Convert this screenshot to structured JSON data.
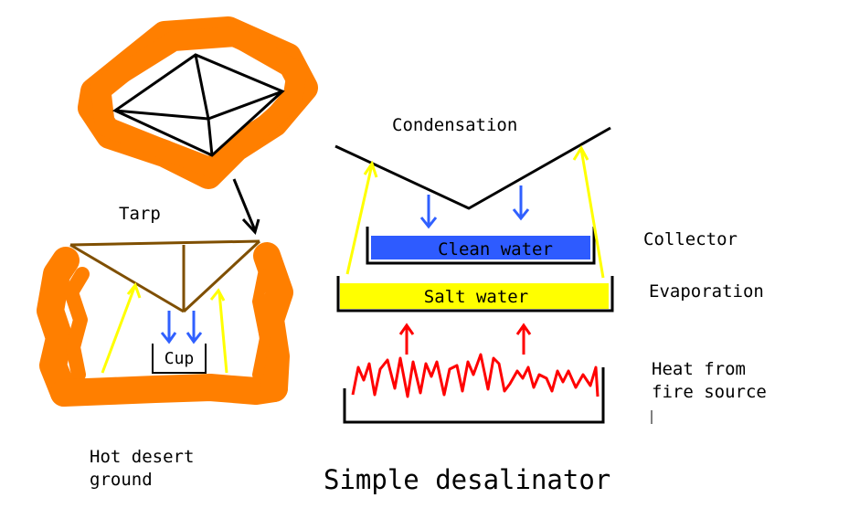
{
  "labels": {
    "tarp": "Tarp",
    "cup": "Cup",
    "hot_desert_ground_line1": "Hot desert",
    "hot_desert_ground_line2": "ground",
    "condensation": "Condensation",
    "collector": "Collector",
    "clean_water": "Clean water",
    "evaporation": "Evaporation",
    "salt_water": "Salt water",
    "heat_line1": "Heat from",
    "heat_line2": "fire source",
    "title": "Simple desalinator"
  },
  "colors": {
    "ground_orange": "#ff7f00",
    "tarp_brown": "#7f4f00",
    "cup_text_brown": "#7f5a00",
    "evaporation_yellow": "#ffff00",
    "condensation_blue": "#3060ff",
    "clean_water_blue": "#2e5bff",
    "salt_water_yellow": "#ffff00",
    "heat_red": "#ff0000",
    "line_black": "#000000"
  },
  "icons": {
    "pyramid": "pyramid-icon",
    "pointer_arrow": "arrow-down-icon"
  }
}
